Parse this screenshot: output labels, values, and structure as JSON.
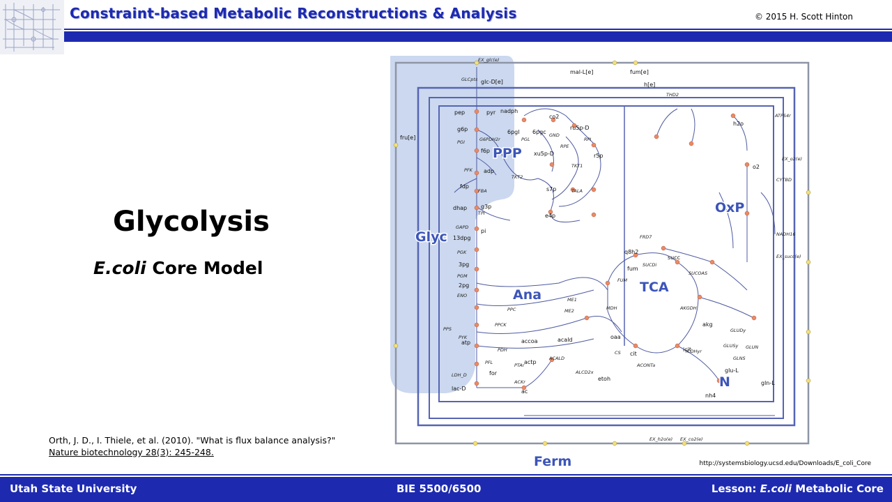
{
  "header": {
    "title": "Constraint-based Metabolic Reconstructions & Analysis",
    "copyright": "© 2015 H. Scott Hinton"
  },
  "main": {
    "title": "Glycolysis",
    "subtitle_italic": "E.coli",
    "subtitle_rest": " Core Model"
  },
  "citation": {
    "text": "Orth, J. D., I. Thiele, et al. (2010). \"What is flux balance analysis?\" ",
    "journal": "Nature biotechnology",
    "volume": " 28(3): 245-248."
  },
  "map": {
    "regions": [
      "PPP",
      "Glyc",
      "OxP",
      "TCA",
      "Ana",
      "N",
      "Ferm"
    ],
    "metabolite_labels": [
      "glc-D[e]",
      "pep",
      "pyr",
      "g6p",
      "fru[e]",
      "f6p",
      "fdp",
      "dhap",
      "g3p",
      "13dpg",
      "3pg",
      "2pg",
      "atp",
      "adp",
      "nadph",
      "6pgl",
      "6pgc",
      "ru5p-D",
      "xu5p-D",
      "r5p",
      "s7p",
      "e4p",
      "mal-L[e]",
      "fum[e]",
      "h[e]",
      "q8h2",
      "succ",
      "fum",
      "oaa",
      "cit",
      "icit",
      "akg",
      "glu-L",
      "gln-L",
      "nh4",
      "co2",
      "h2o",
      "o2",
      "lac-D",
      "for",
      "ac",
      "etoh",
      "accoa",
      "acald",
      "actp",
      "pi"
    ],
    "reaction_labels": [
      "EX_glc(e)",
      "GLCpts",
      "PGI",
      "PFK",
      "FBA",
      "TPI",
      "GAPD",
      "PGK",
      "PGM",
      "ENO",
      "PYK",
      "PPS",
      "G6PDH2r",
      "PGL",
      "GND",
      "RPE",
      "RPI",
      "TKT1",
      "TKT2",
      "TALA",
      "FRD7",
      "SUCDi",
      "FUM",
      "MDH",
      "CS",
      "ACONTa",
      "ICDHyr",
      "AKGDH",
      "SUCOAS",
      "ATPS4r",
      "CYTBD",
      "NADH16",
      "THD2",
      "ME1",
      "ME2",
      "PPC",
      "PPCK",
      "PDH",
      "PFL",
      "PTAr",
      "ACKr",
      "ACALD",
      "ALCD2x",
      "LDH_D",
      "GLUDy",
      "GLNS",
      "GLUN",
      "GLUSy",
      "EX_o2(e)",
      "EX_succ(e)",
      "EX_h2o(e)",
      "EX_co2(e)"
    ],
    "source_url": "http://systemsbiology.ucsd.edu/Downloads/E_coli_Core"
  },
  "footer": {
    "left": "Utah State University",
    "center": "BIE 5500/6500",
    "right_prefix": "Lesson: ",
    "right_italic": "E.coli",
    "right_suffix": " Metabolic Core"
  },
  "colors": {
    "brand_blue": "#1d2ab0",
    "map_line": "#5564b4",
    "highlight": "#b9cbea",
    "node": "#e98a66"
  }
}
